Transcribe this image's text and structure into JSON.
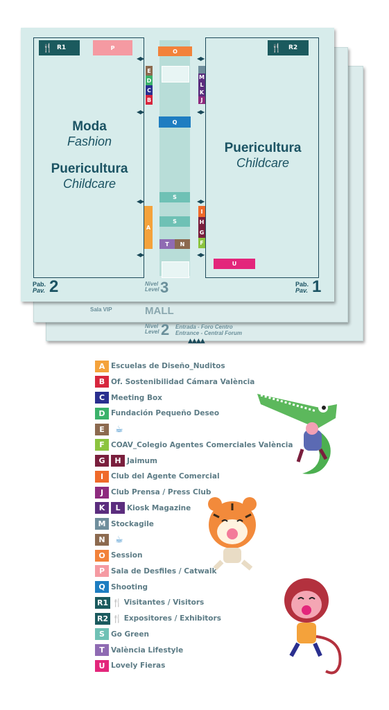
{
  "colors": {
    "teal_dark": "#1b5a5e",
    "aqua": "#7fc7be",
    "text": "#1b5363",
    "gray_text": "#6a8f9a"
  },
  "map": {
    "level3": {
      "nivel": "Nivel",
      "level": "Level",
      "num": "3"
    },
    "level2": {
      "nivel": "Nivel",
      "level": "Level",
      "num": "2"
    },
    "pav_left": {
      "pab": "Pab.",
      "pav": "Pav.",
      "num": "2"
    },
    "pav_right": {
      "pab": "Pab.",
      "pav": "Pav.",
      "num": "1"
    },
    "zone_left_1": {
      "es": "Moda",
      "en": "Fashion"
    },
    "zone_left_2": {
      "es": "Puericultura",
      "en": "Childcare"
    },
    "zone_right": {
      "es": "Puericultura",
      "en": "Childcare"
    },
    "sala_vip": "Sala VIP",
    "mall": "MALL",
    "entrance_es": "Entrada - Foro Centro",
    "entrance_en": "Entrance - Central Forum",
    "stands": {
      "R1": "R1",
      "R2": "R2",
      "P": "P",
      "O": "O",
      "Q": "Q",
      "S1": "S",
      "S2": "S",
      "T": "T",
      "N": "N",
      "U": "U",
      "A": "A",
      "left_col": [
        "E",
        "D",
        "C",
        "B"
      ],
      "right_col": [
        "M",
        "L",
        "K",
        "J"
      ],
      "right_col2": [
        "I",
        "H",
        "G",
        "F"
      ]
    }
  },
  "legend": [
    {
      "codes": [
        "A"
      ],
      "colors": [
        "#f4a23b"
      ],
      "label": "Escuelas de Diseño_Nuditos"
    },
    {
      "codes": [
        "B"
      ],
      "colors": [
        "#d7263d"
      ],
      "label": "Of. Sostenibilidad Cámara València"
    },
    {
      "codes": [
        "C"
      ],
      "colors": [
        "#2a2f8f"
      ],
      "label": "Meeting Box"
    },
    {
      "codes": [
        "D"
      ],
      "colors": [
        "#3bb26b"
      ],
      "label": "Fundación Pequeño Deseo"
    },
    {
      "codes": [
        "E"
      ],
      "colors": [
        "#8c6a4f"
      ],
      "label": "",
      "icon": "coffee-cup-icon"
    },
    {
      "codes": [
        "F"
      ],
      "colors": [
        "#8cc43f"
      ],
      "label": "COAV_Colegio Agentes Comerciales València"
    },
    {
      "codes": [
        "G",
        "H"
      ],
      "colors": [
        "#7a1f3d",
        "#7a1f3d"
      ],
      "label": "Jaimum"
    },
    {
      "codes": [
        "I"
      ],
      "colors": [
        "#ef6a2a"
      ],
      "label": "Club del Agente Comercial"
    },
    {
      "codes": [
        "J"
      ],
      "colors": [
        "#8e2b7e"
      ],
      "label": "Club Prensa / Press Club"
    },
    {
      "codes": [
        "K",
        "L"
      ],
      "colors": [
        "#5b2d7e",
        "#5b2d7e"
      ],
      "label": "Kiosk Magazine"
    },
    {
      "codes": [
        "M"
      ],
      "colors": [
        "#6f8e9c"
      ],
      "label": "Stockagile"
    },
    {
      "codes": [
        "N"
      ],
      "colors": [
        "#8c6a4f"
      ],
      "label": "",
      "icon": "coffee-cup-icon"
    },
    {
      "codes": [
        "O"
      ],
      "colors": [
        "#f2823a"
      ],
      "label": "Session"
    },
    {
      "codes": [
        "P"
      ],
      "colors": [
        "#f59aa2"
      ],
      "label": "Sala de Desfiles / Catwalk"
    },
    {
      "codes": [
        "Q"
      ],
      "colors": [
        "#1e7dc1"
      ],
      "label": "Shooting"
    },
    {
      "codes": [
        "R1"
      ],
      "colors": [
        "#1b5a5e"
      ],
      "label": "Visitantes / Visitors",
      "icon": "cutlery-icon"
    },
    {
      "codes": [
        "R2"
      ],
      "colors": [
        "#1b5a5e"
      ],
      "label": "Expositores / Exhibitors",
      "icon": "cutlery-icon"
    },
    {
      "codes": [
        "S"
      ],
      "colors": [
        "#6fc1b5"
      ],
      "label": "Go Green"
    },
    {
      "codes": [
        "T"
      ],
      "colors": [
        "#8f6bb3"
      ],
      "label": "València Lifestyle"
    },
    {
      "codes": [
        "U"
      ],
      "colors": [
        "#e3267b"
      ],
      "label": "Lovely Fieras"
    }
  ]
}
